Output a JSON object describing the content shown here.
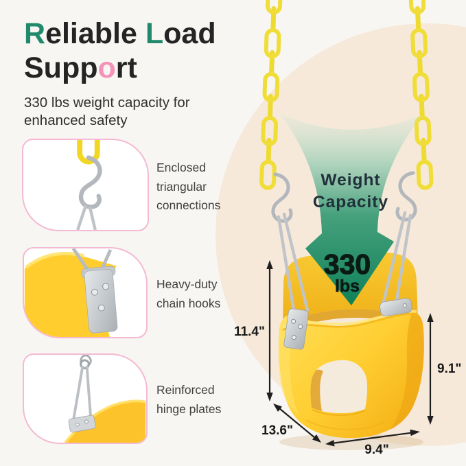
{
  "header": {
    "title_line1": [
      {
        "text": "R",
        "color": "#218a6d"
      },
      {
        "text": "eliable ",
        "color": "#242424"
      },
      {
        "text": "L",
        "color": "#218a6d"
      },
      {
        "text": "oad",
        "color": "#242424"
      }
    ],
    "title_line2": [
      {
        "text": "Supp",
        "color": "#242424"
      },
      {
        "text": "o",
        "color": "#f492b8"
      },
      {
        "text": "rt",
        "color": "#242424"
      }
    ],
    "subtitle_lines": [
      "330 lbs weight capacity for",
      "enhanced safety"
    ]
  },
  "features": [
    {
      "lines": [
        "Enclosed",
        "triangular",
        "connections"
      ],
      "image": "enclosed-s-hook-connection"
    },
    {
      "lines": [
        "Heavy-duty",
        "chain hooks"
      ],
      "image": "hinge-plate-on-seat"
    },
    {
      "lines": [
        "Reinforced",
        "hinge plates"
      ],
      "image": "triangle-hanger-on-bucket"
    }
  ],
  "product": {
    "arrow_title_lines": [
      "Weight",
      "Capacity"
    ],
    "capacity_value": "330",
    "capacity_unit": "lbs",
    "dimensions": {
      "left_height": "11.4\"",
      "right_height": "9.1\"",
      "depth": "13.6\"",
      "width": "9.4\""
    }
  },
  "colors": {
    "background": "#f8f6f3",
    "backdrop_circle_cream": "#f6e9d9",
    "accent_green": "#218a6d",
    "accent_pink": "#f492b8",
    "card_border_pink": "#f4b9d3",
    "arrow_green_dark": "#0e8159",
    "chain_yellow": "#f0dd38",
    "seat_yellow": "#ffcf33",
    "dimension_ink": "#1f1f1f"
  }
}
